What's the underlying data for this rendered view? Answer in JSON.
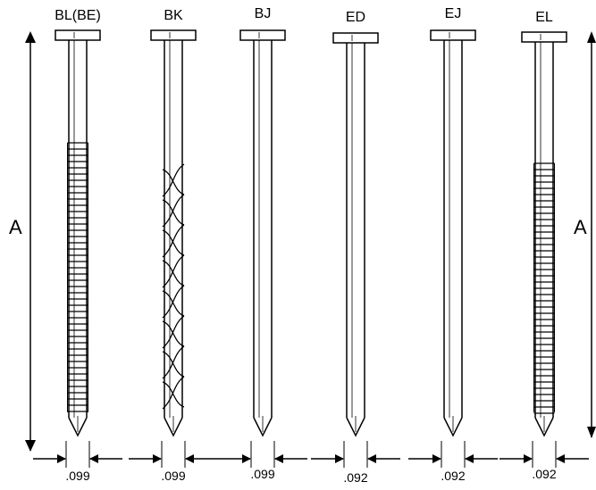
{
  "nails": [
    {
      "code": "BL(BE)",
      "shank": "ring",
      "diameter": ".099"
    },
    {
      "code": "BK",
      "shank": "screw",
      "diameter": ".099"
    },
    {
      "code": "BJ",
      "shank": "smooth",
      "diameter": ".099"
    },
    {
      "code": "ED",
      "shank": "smooth",
      "diameter": ".092"
    },
    {
      "code": "EJ",
      "shank": "smooth",
      "diameter": ".092"
    },
    {
      "code": "EL",
      "shank": "ring",
      "diameter": ".092"
    }
  ],
  "length_label": "A",
  "colors": {
    "line": "#000000",
    "background": "#ffffff"
  }
}
